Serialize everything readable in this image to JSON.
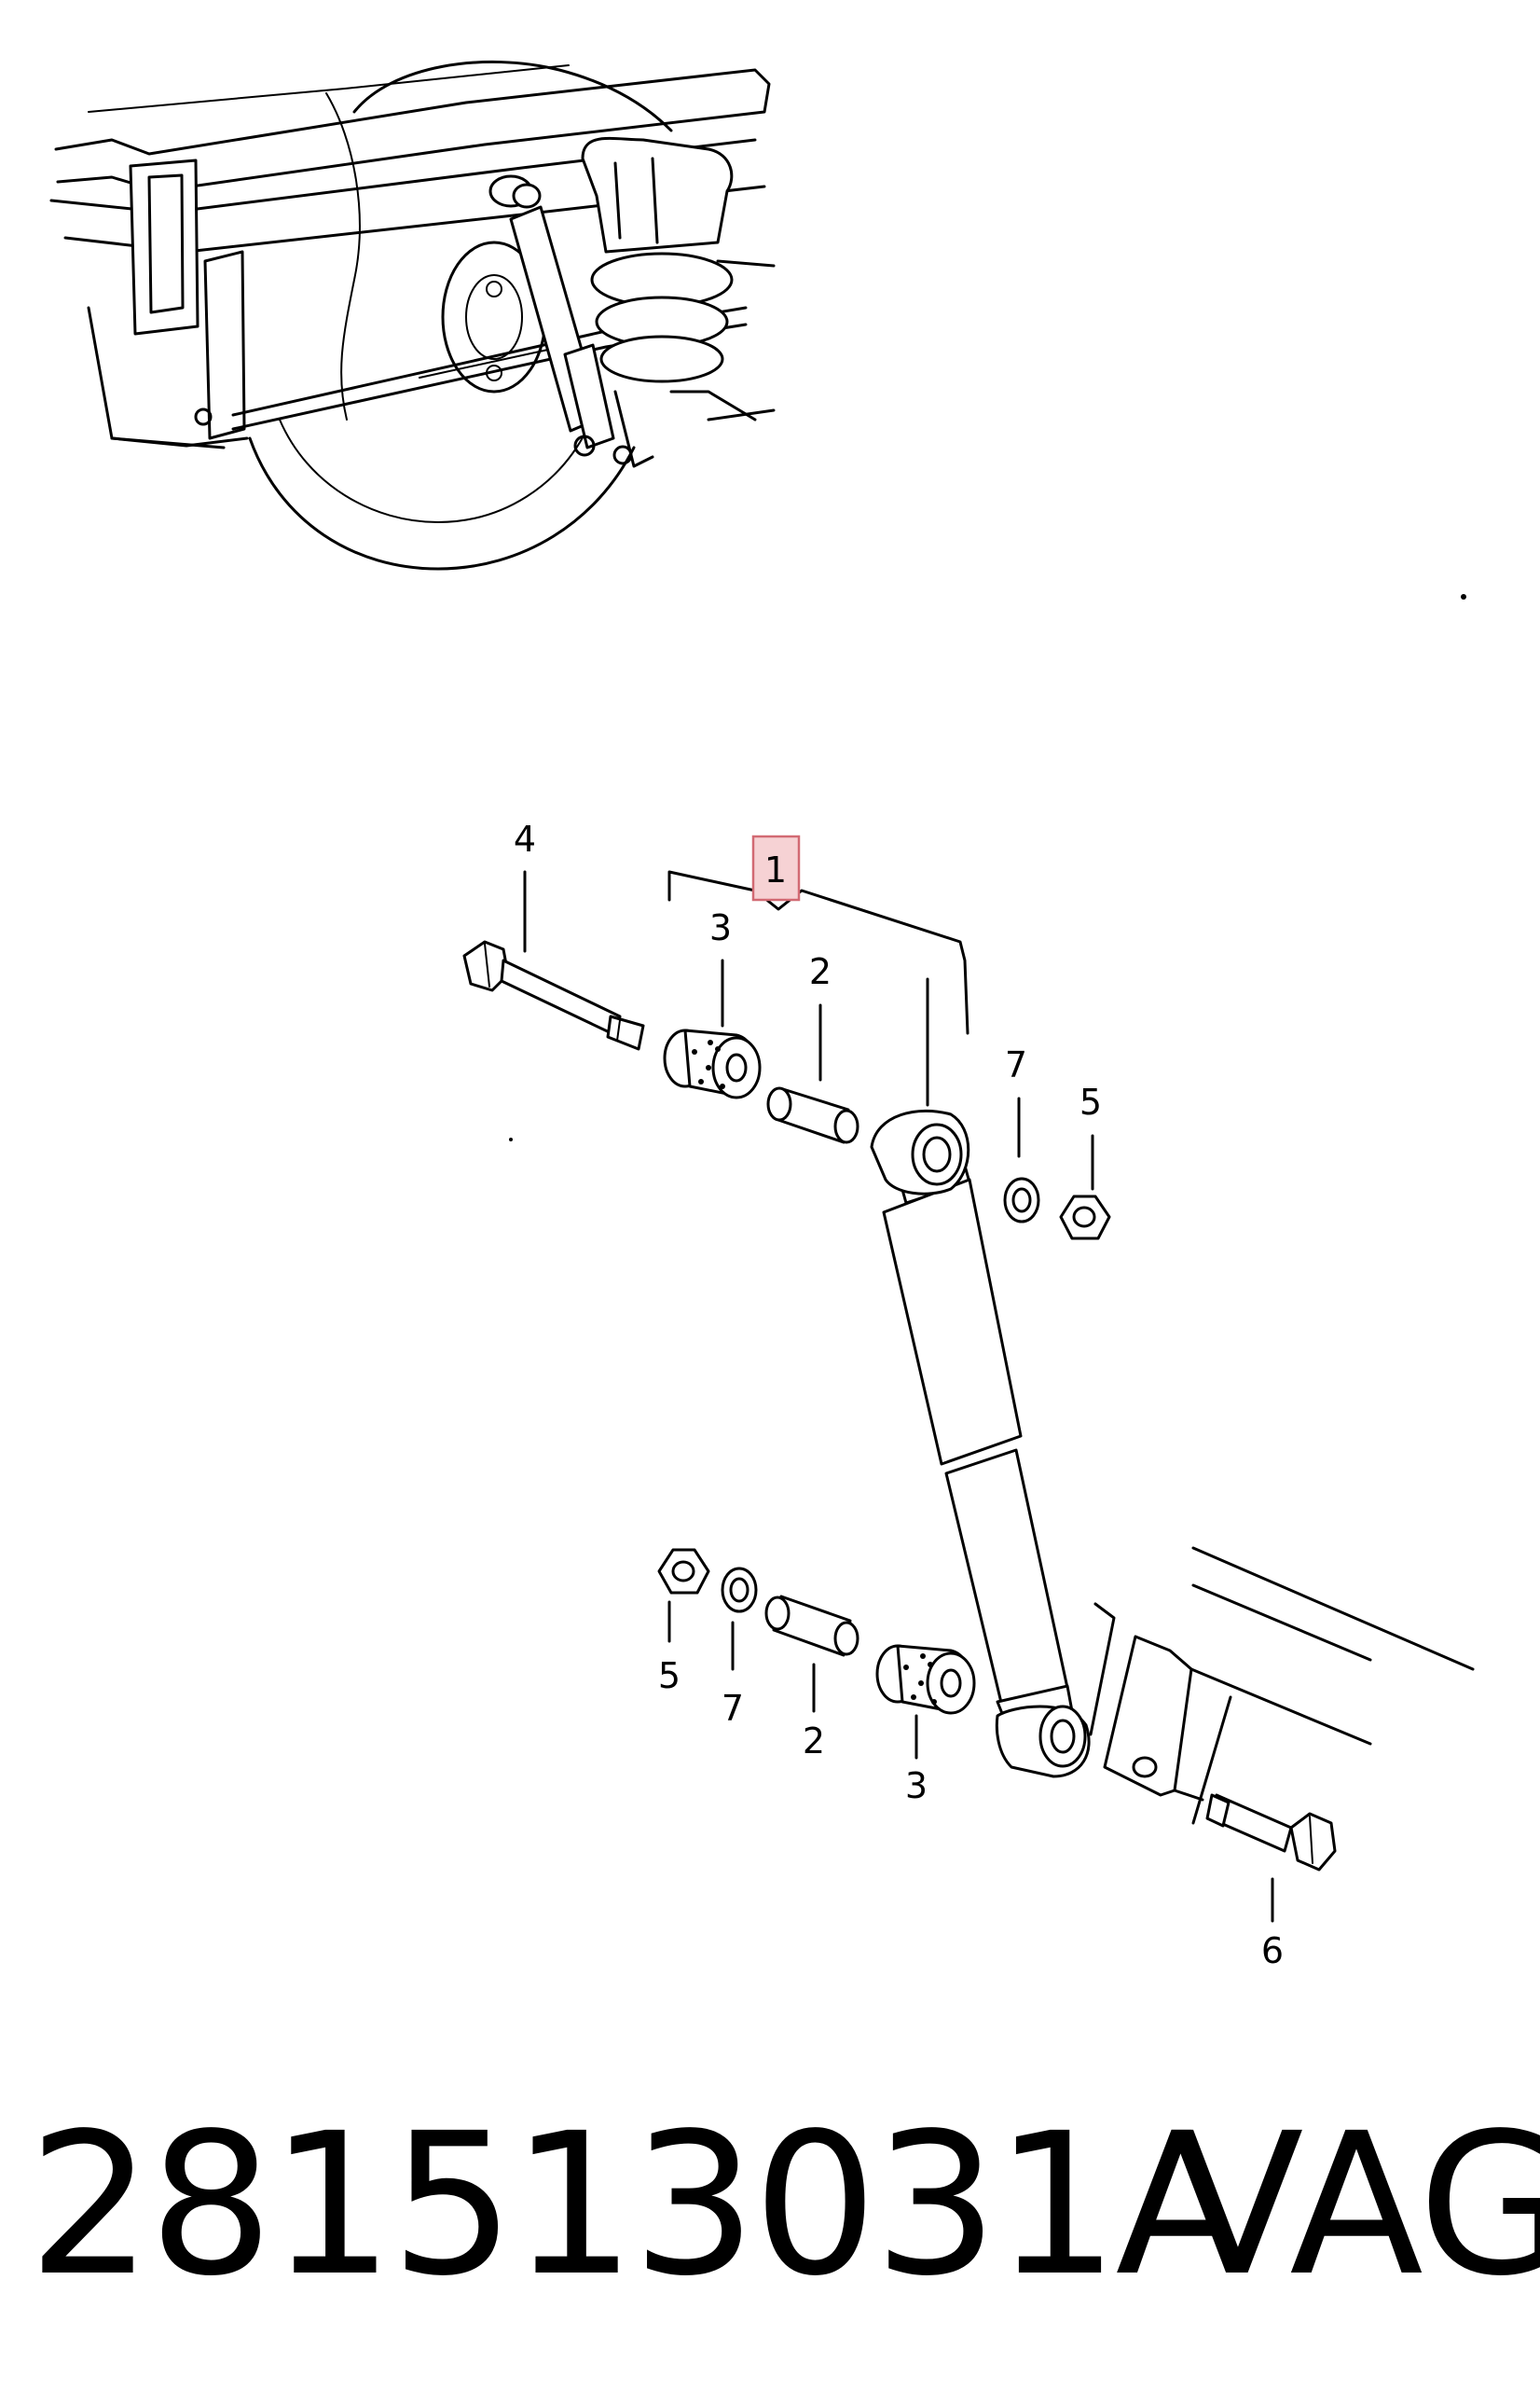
{
  "callouts": {
    "c1": "1",
    "c2_top": "2",
    "c3_top": "3",
    "c4": "4",
    "c5_top": "5",
    "c7_top": "7",
    "c5_bottom": "5",
    "c7_bottom": "7",
    "c2_bottom": "2",
    "c3_bottom": "3",
    "c6": "6"
  },
  "footer": {
    "part_number": "281513031A",
    "brand": "VAG"
  },
  "colors": {
    "highlight_fill": "#f6d2d4",
    "highlight_stroke": "#d26a73",
    "line": "#000000"
  }
}
